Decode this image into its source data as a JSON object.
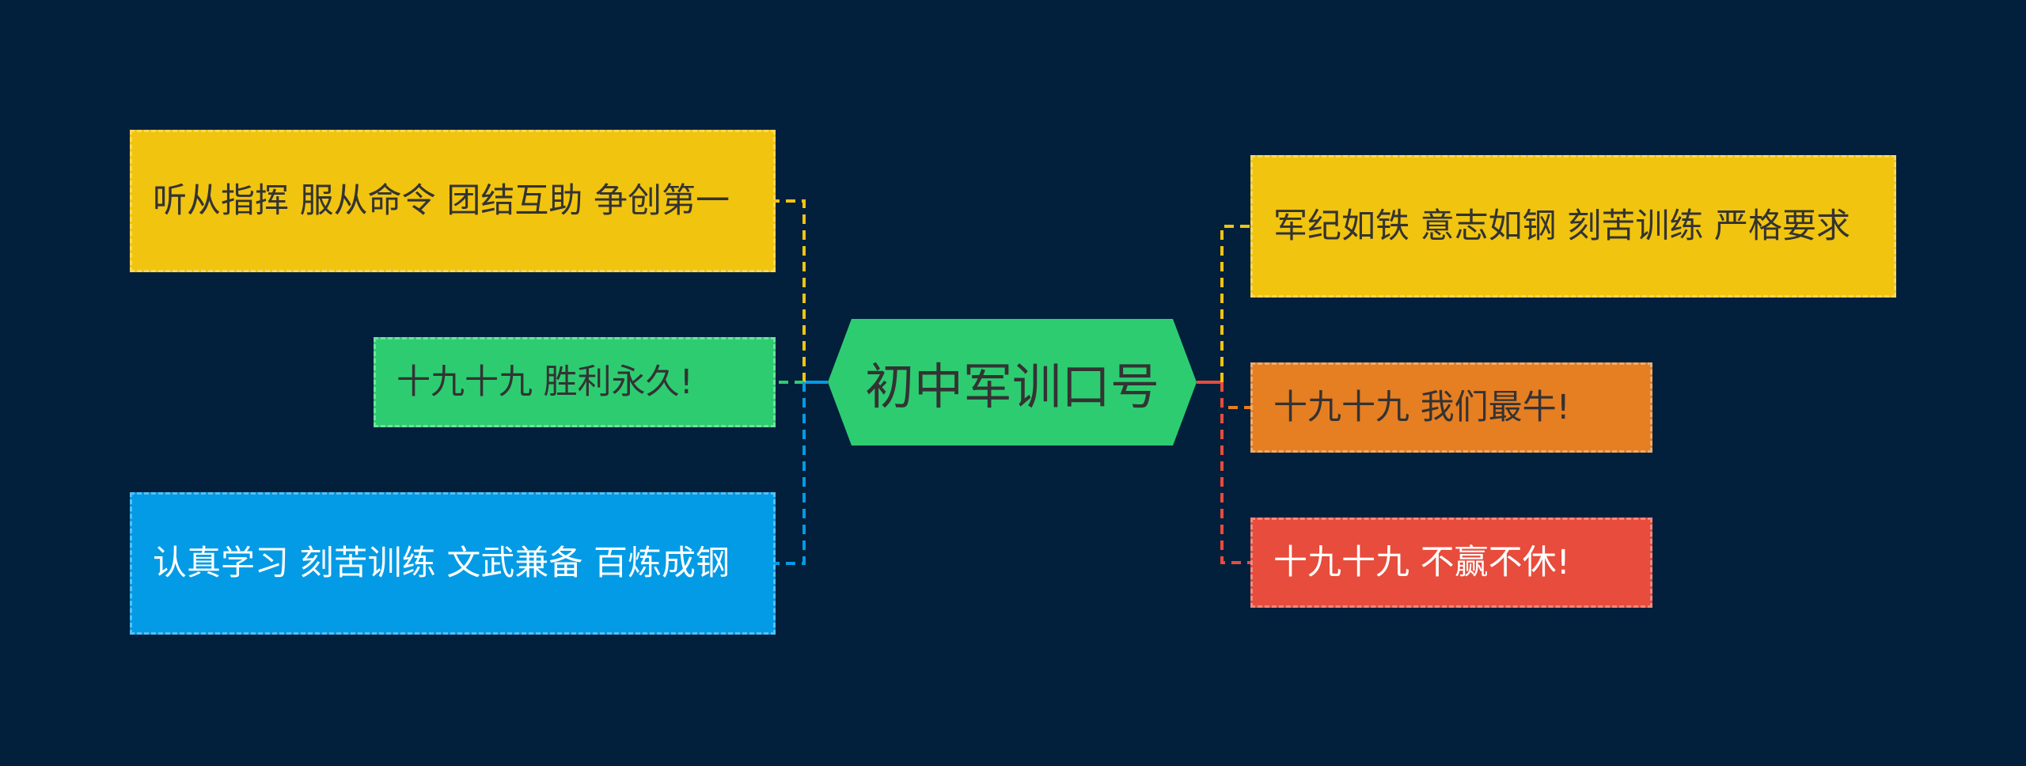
{
  "center": {
    "label": "初中军训口号",
    "color": "#2ecc71"
  },
  "branches": {
    "left": [
      {
        "text": "听从指挥 服从命令 团结互助 争创第一",
        "color": "#f1c40f",
        "connector_color": "#f1c40f"
      },
      {
        "text": "十九十九 胜利永久!",
        "color": "#2ecc71",
        "connector_color": "#2ecc71"
      },
      {
        "text": "认真学习 刻苦训练 文武兼备 百炼成钢",
        "color": "#039be5",
        "connector_color": "#039be5"
      }
    ],
    "right": [
      {
        "text": "军纪如铁 意志如钢 刻苦训练 严格要求",
        "color": "#f1c40f",
        "connector_color": "#f1c40f"
      },
      {
        "text": "十九十九 我们最牛!",
        "color": "#e67e22",
        "connector_color": "#e67e22"
      },
      {
        "text": "十九十九 不赢不休!",
        "color": "#e74c3c",
        "connector_color": "#e74c3c"
      }
    ]
  },
  "background": "#02203c"
}
